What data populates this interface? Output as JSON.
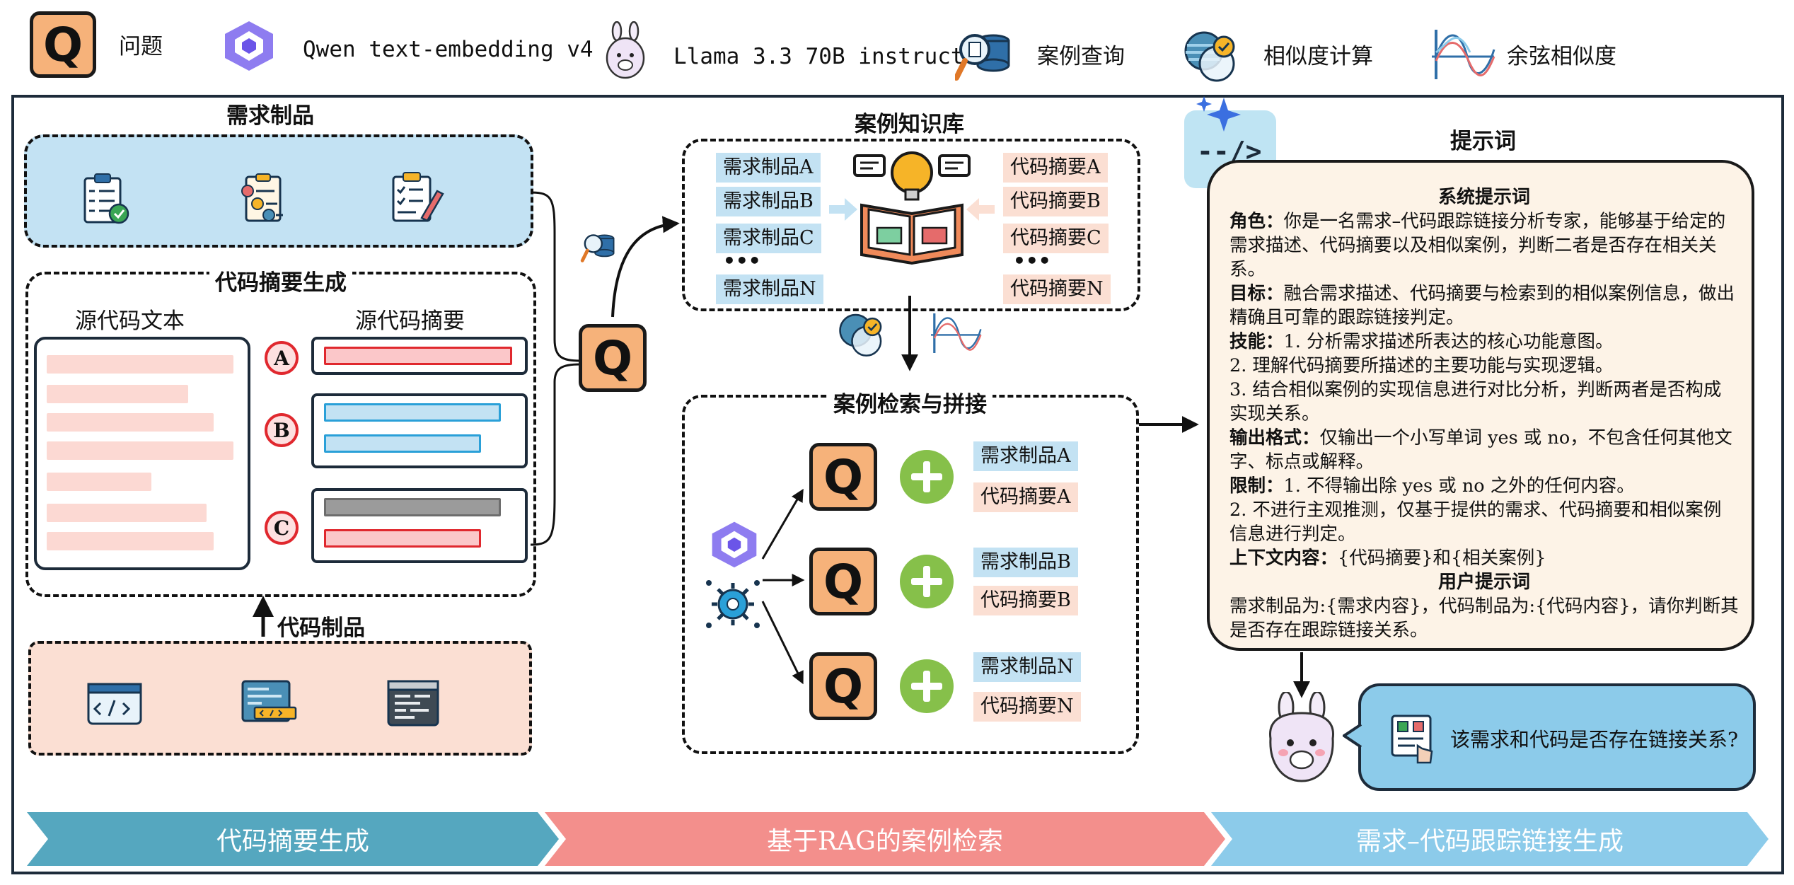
{
  "legend": {
    "question_glyph": "Q",
    "question": "问题",
    "qwen": "Qwen text-embedding v4",
    "llama": "Llama 3.3 70B instruct",
    "case_query": "案例查询",
    "similarity_calc": "相似度计算",
    "cosine": "余弦相似度"
  },
  "left": {
    "req_artifacts_title": "需求制品",
    "summary_gen_title": "代码摘要生成",
    "source_text": "源代码文本",
    "source_summary": "源代码摘要",
    "labels": [
      "A",
      "B",
      "C"
    ],
    "code_artifacts": "代码制品"
  },
  "middle": {
    "q_glyph": "Q",
    "kb_title": "案例知识库",
    "kb_req": [
      "需求制品A",
      "需求制品B",
      "需求制品C",
      "需求制品N"
    ],
    "kb_code": [
      "代码摘要A",
      "代码摘要B",
      "代码摘要C",
      "代码摘要N"
    ],
    "ellipsis": "•••",
    "retrieval_title": "案例检索与拼接",
    "pairs": [
      {
        "req": "需求制品A",
        "code": "代码摘要A"
      },
      {
        "req": "需求制品B",
        "code": "代码摘要B"
      },
      {
        "req": "需求制品N",
        "code": "代码摘要N"
      }
    ]
  },
  "right": {
    "prompt_title": "提示词",
    "code_icon_text": "--/>",
    "system_title": "系统提示词",
    "role_label": "角色：",
    "role_text": "你是一名需求–代码跟踪链接分析专家，能够基于给定的需求描述、代码摘要以及相似案例，判断二者是否存在相关关系。",
    "goal_label": "目标：",
    "goal_text": "融合需求描述、代码摘要与检索到的相似案例信息，做出精确且可靠的跟踪链接判定。",
    "skill_label": "技能：",
    "skill_1": "1. 分析需求描述所表达的核心功能意图。",
    "skill_2": "2. 理解代码摘要所描述的主要功能与实现逻辑。",
    "skill_3": "3. 结合相似案例的实现信息进行对比分析，判断两者是否构成实现关系。",
    "format_label": "输出格式：",
    "format_text": "仅输出一个小写单词 yes 或 no，不包含任何其他文字、标点或解释。",
    "limit_label": "限制：",
    "limit_1": "1. 不得输出除 yes 或 no 之外的任何内容。",
    "limit_2": "2. 不进行主观推测，仅基于提供的需求、代码摘要和相似案例信息进行判定。",
    "context_label": "上下文内容：",
    "context_text": "{代码摘要}和{相关案例}",
    "user_title": "用户提示词",
    "user_text": "需求制品为:{需求内容}，代码制品为:{代码内容}，请你判断其是否存在跟踪链接关系。",
    "question": "该需求和代码是否存在链接关系?"
  },
  "banners": [
    "代码摘要生成",
    "基于RAG的案例检索",
    "需求–代码跟踪链接生成"
  ],
  "colors": {
    "q_fill": "#f6b27a",
    "req_blue": "#c3e2f3",
    "code_peach": "#fbdfd3",
    "banner_1": "#55a7bf",
    "banner_2": "#f38f8c",
    "banner_3": "#8ccbea",
    "plus_green": "#86c04a"
  }
}
